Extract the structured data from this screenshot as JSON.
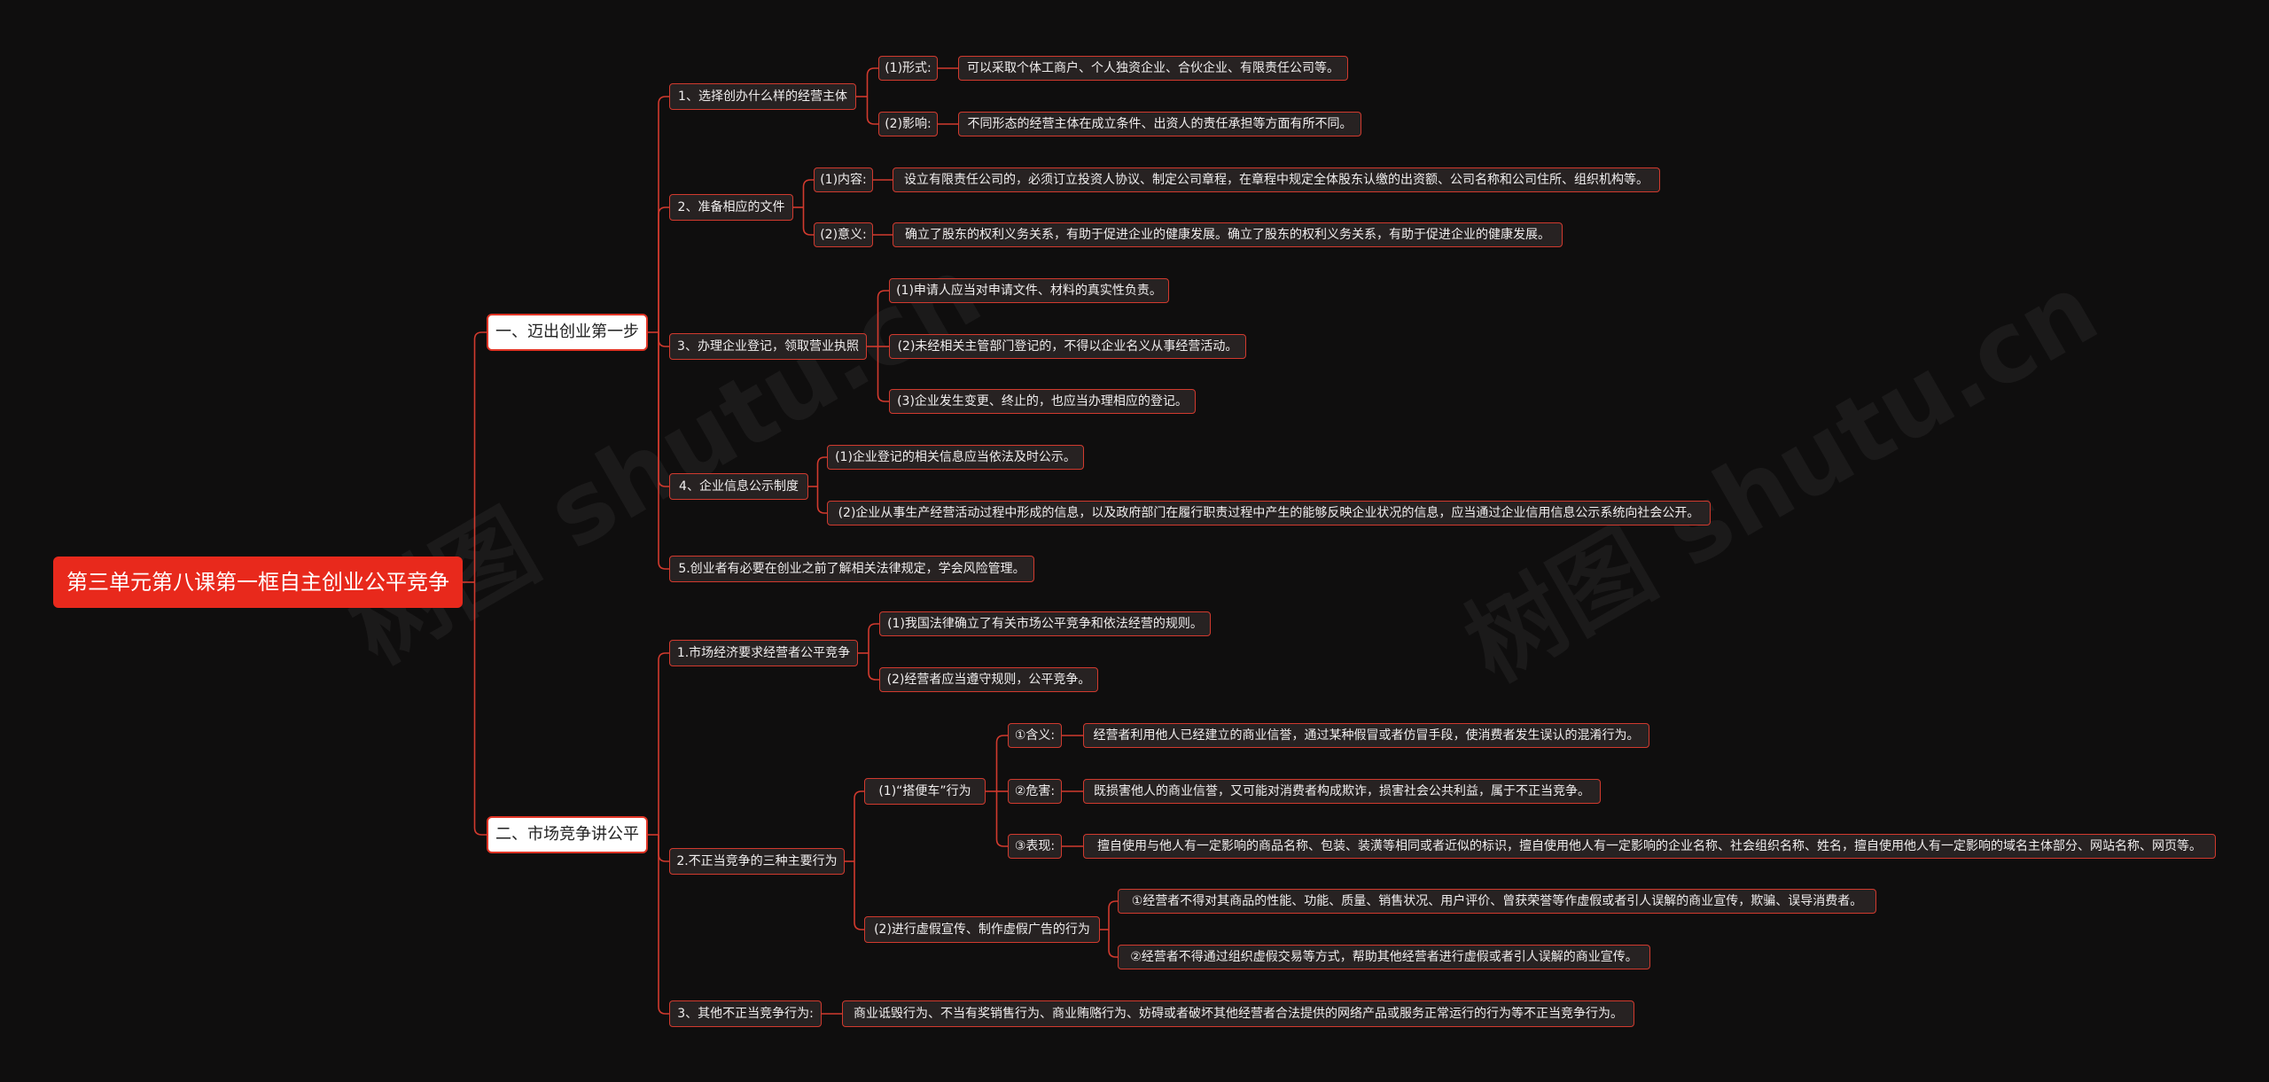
{
  "watermark": "树图 shutu.cn",
  "colors": {
    "background": "#0f0e0e",
    "root": "#e8291c",
    "line": "#d13a2e",
    "box": "#272222"
  },
  "root": "第三单元第八课第一框自主创业公平竞争",
  "b1": {
    "label": "一、迈出创业第一步",
    "s1": {
      "label": "1、选择创办什么样的经营主体",
      "a": "(1)形式:",
      "a_text": "可以采取个体工商户、个人独资企业、合伙企业、有限责任公司等。",
      "b": "(2)影响:",
      "b_text": "不同形态的经营主体在成立条件、出资人的责任承担等方面有所不同。"
    },
    "s2": {
      "label": "2、准备相应的文件",
      "a": "(1)内容:",
      "a_text": "设立有限责任公司的，必须订立投资人协议、制定公司章程，在章程中规定全体股东认缴的出资额、公司名称和公司住所、组织机构等。",
      "b": "(2)意义:",
      "b_text": "确立了股东的权利义务关系，有助于促进企业的健康发展。确立了股东的权利义务关系，有助于促进企业的健康发展。"
    },
    "s3": {
      "label": "3、办理企业登记，领取营业执照",
      "a": "(1)申请人应当对申请文件、材料的真实性负责。",
      "b": "(2)未经相关主管部门登记的，不得以企业名义从事经营活动。",
      "c": "(3)企业发生变更、终止的，也应当办理相应的登记。"
    },
    "s4": {
      "label": "4、企业信息公示制度",
      "a": "(1)企业登记的相关信息应当依法及时公示。",
      "b": "(2)企业从事生产经营活动过程中形成的信息，以及政府部门在履行职责过程中产生的能够反映企业状况的信息，应当通过企业信用信息公示系统向社会公开。"
    },
    "s5": {
      "label": "5.创业者有必要在创业之前了解相关法律规定，学会风险管理。"
    }
  },
  "b2": {
    "label": "二、市场竞争讲公平",
    "s1": {
      "label": "1.市场经济要求经营者公平竞争",
      "a": "(1)我国法律确立了有关市场公平竞争和依法经营的规则。",
      "b": "(2)经营者应当遵守规则，公平竞争。"
    },
    "s2": {
      "label": "2.不正当竞争的三种主要行为",
      "p1": {
        "label": "(1)“搭便车”行为",
        "a": "①含义:",
        "a_text": "经营者利用他人已经建立的商业信誉，通过某种假冒或者仿冒手段，使消费者发生误认的混淆行为。",
        "b": "②危害:",
        "b_text": "既损害他人的商业信誉，又可能对消费者构成欺诈，损害社会公共利益，属于不正当竞争。",
        "c": "③表现:",
        "c_text": "擅自使用与他人有一定影响的商品名称、包装、装潢等相同或者近似的标识，擅自使用他人有一定影响的企业名称、社会组织名称、姓名，擅自使用他人有一定影响的域名主体部分、网站名称、网页等。"
      },
      "p2": {
        "label": "(2)进行虚假宣传、制作虚假广告的行为",
        "a": "①经营者不得对其商品的性能、功能、质量、销售状况、用户评价、曾获荣誉等作虚假或者引人误解的商业宣传，欺骗、误导消费者。",
        "b": "②经营者不得通过组织虚假交易等方式，帮助其他经营者进行虚假或者引人误解的商业宣传。"
      }
    },
    "s3": {
      "label": "3、其他不正当竞争行为:",
      "text": "商业诋毁行为、不当有奖销售行为、商业贿赂行为、妨碍或者破坏其他经营者合法提供的网络产品或服务正常运行的行为等不正当竞争行为。"
    }
  }
}
